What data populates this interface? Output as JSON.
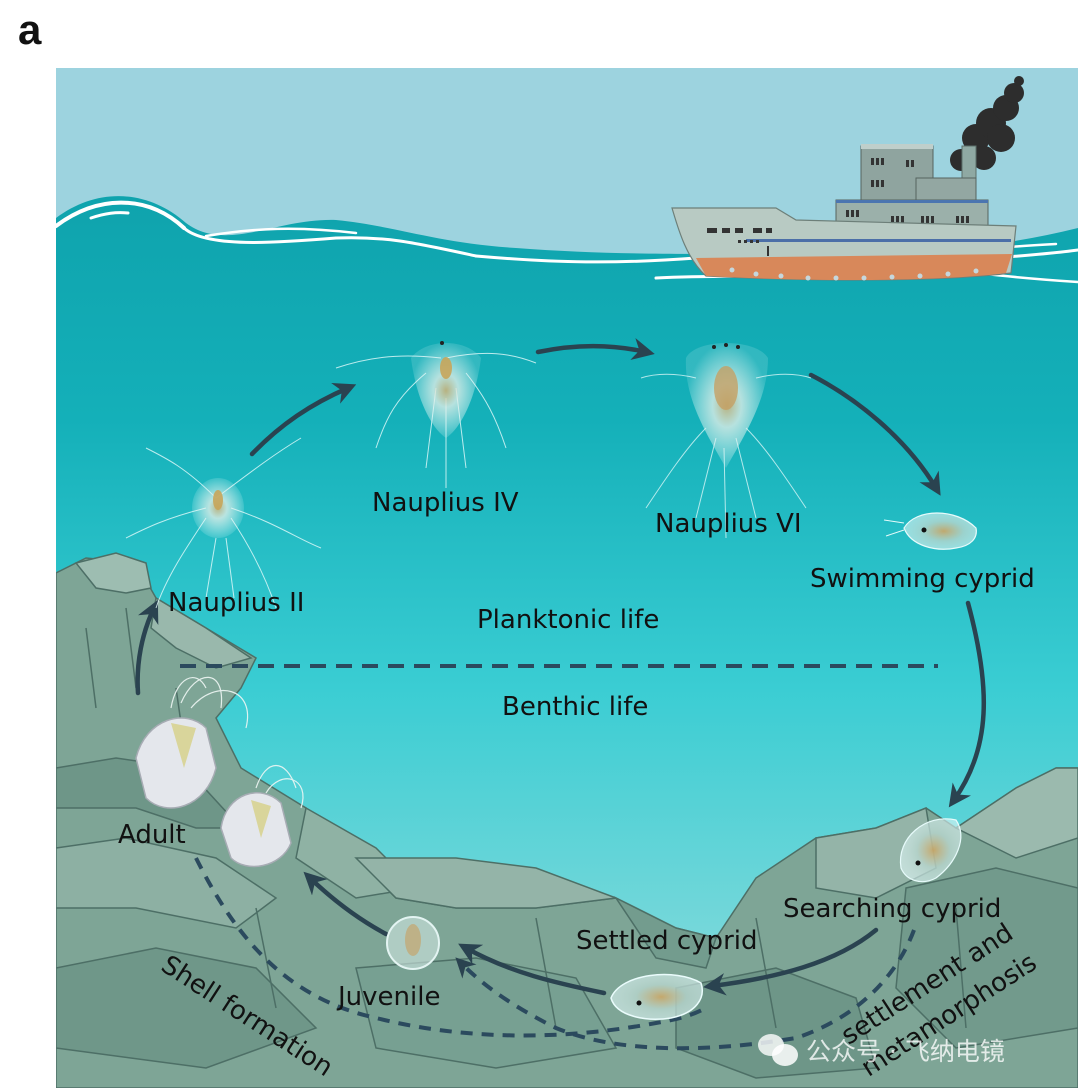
{
  "figure": {
    "panel_letter": "a",
    "title": "Barnacle life cycle"
  },
  "zones": {
    "planktonic_label": "Planktonic life",
    "benthic_label": "Benthic life"
  },
  "stages": [
    {
      "id": "nauplius-ii",
      "label": "Nauplius II"
    },
    {
      "id": "nauplius-iv",
      "label": "Nauplius IV"
    },
    {
      "id": "nauplius-vi",
      "label": "Nauplius VI"
    },
    {
      "id": "swimming-cyprid",
      "label": "Swimming cyprid"
    },
    {
      "id": "searching-cyprid",
      "label": "Searching cyprid"
    },
    {
      "id": "settled-cyprid",
      "label": "Settled cyprid"
    },
    {
      "id": "juvenile",
      "label": "Juvenile"
    },
    {
      "id": "adult",
      "label": "Adult"
    }
  ],
  "processes": {
    "shell_formation": "Shell formation",
    "settlement_line1": "settlement and",
    "settlement_line2": "metamorphosis"
  },
  "watermark": {
    "text": "公众号 · 飞纳电镜"
  },
  "colors": {
    "sky": "#9dd3df",
    "sea_top": "#12a7b1",
    "sea_mid": "#33c9d1",
    "sea_bottom": "#8ad9dc",
    "rock": "#7fa89a",
    "rock_light": "#9dbdb1",
    "rock_edge": "#4d6f66",
    "arrow": "#2a4350",
    "dashed": "#2b4a5e",
    "ship_hull": "#b9cbc4",
    "ship_bottom": "#d98a5a",
    "smoke": "#2b2b2b"
  }
}
